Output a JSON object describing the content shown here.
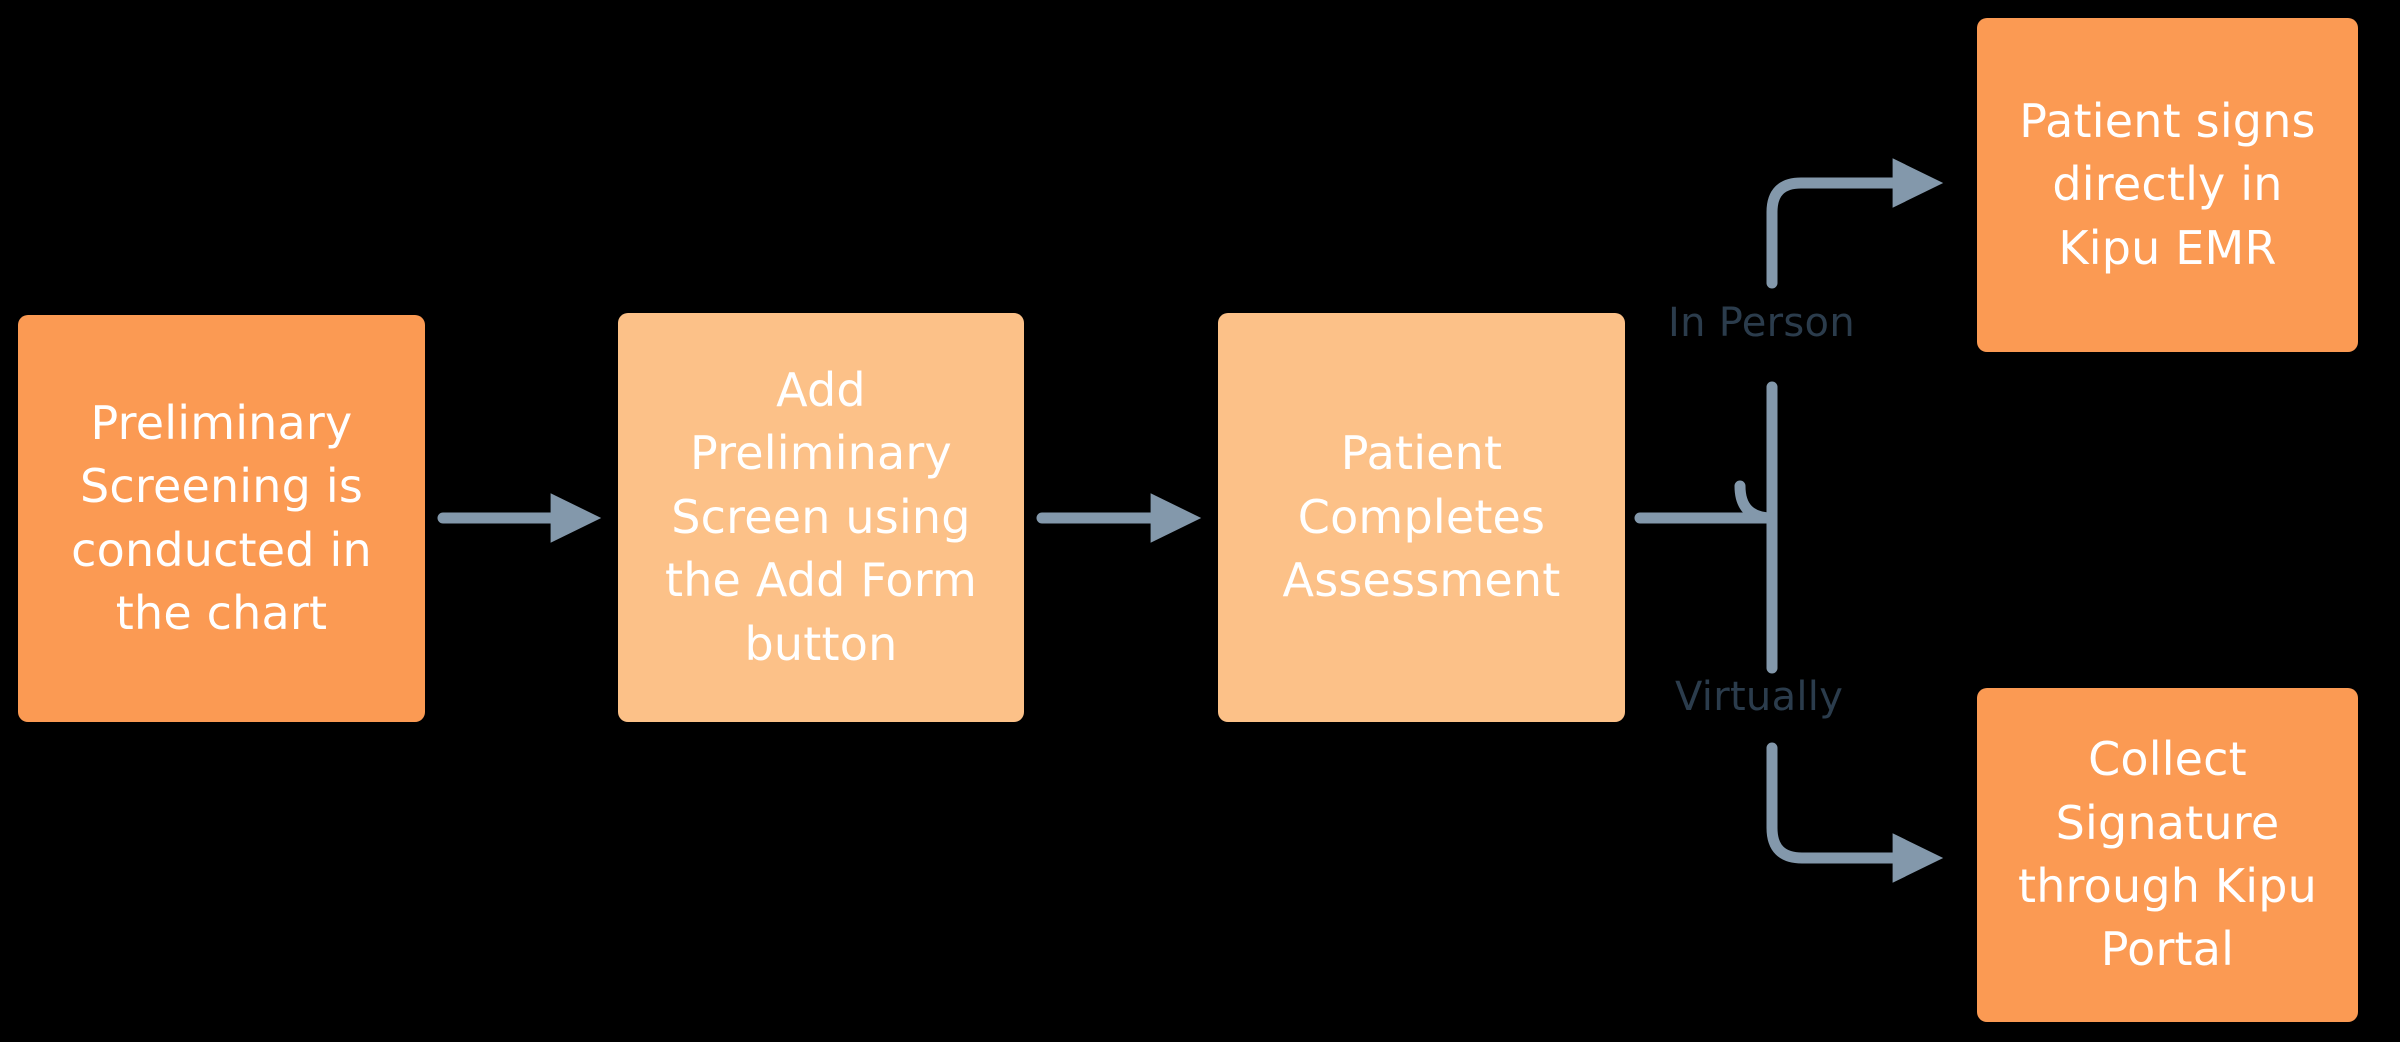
{
  "diagram": {
    "type": "flowchart",
    "orientation": "left-to-right",
    "background_color": "#000000",
    "nodes": [
      {
        "id": "prelim-screening",
        "label": "Preliminary\nScreening is\nconducted in\nthe chart",
        "fill": "#fb9a53",
        "text_color": "#ffffff"
      },
      {
        "id": "add-prelim-form",
        "label": "Add\nPreliminary\nScreen using\nthe Add Form\nbutton",
        "fill": "#fcc188",
        "text_color": "#ffffff"
      },
      {
        "id": "patient-assess",
        "label": "Patient\nCompletes\nAssessment",
        "fill": "#fcc188",
        "text_color": "#ffffff"
      },
      {
        "id": "sign-kipu-emr",
        "label": "Patient signs\ndirectly in\nKipu EMR",
        "fill": "#fb9a53",
        "text_color": "#ffffff"
      },
      {
        "id": "collect-portal",
        "label": "Collect\nSignature\nthrough Kipu\nPortal",
        "fill": "#fb9a53",
        "text_color": "#ffffff"
      }
    ],
    "edges": [
      {
        "id": "edge-1",
        "from": "prelim-screening",
        "to": "add-prelim-form",
        "label": ""
      },
      {
        "id": "edge-2",
        "from": "add-prelim-form",
        "to": "patient-assess",
        "label": ""
      },
      {
        "id": "edge-3",
        "from": "patient-assess",
        "to": "sign-kipu-emr",
        "label": "In Person"
      },
      {
        "id": "edge-4",
        "from": "patient-assess",
        "to": "collect-portal",
        "label": "Virtually"
      }
    ],
    "edge_labels": {
      "in_person": "In Person",
      "virtually": "Virtually"
    },
    "connector_color": "#8398ab"
  }
}
